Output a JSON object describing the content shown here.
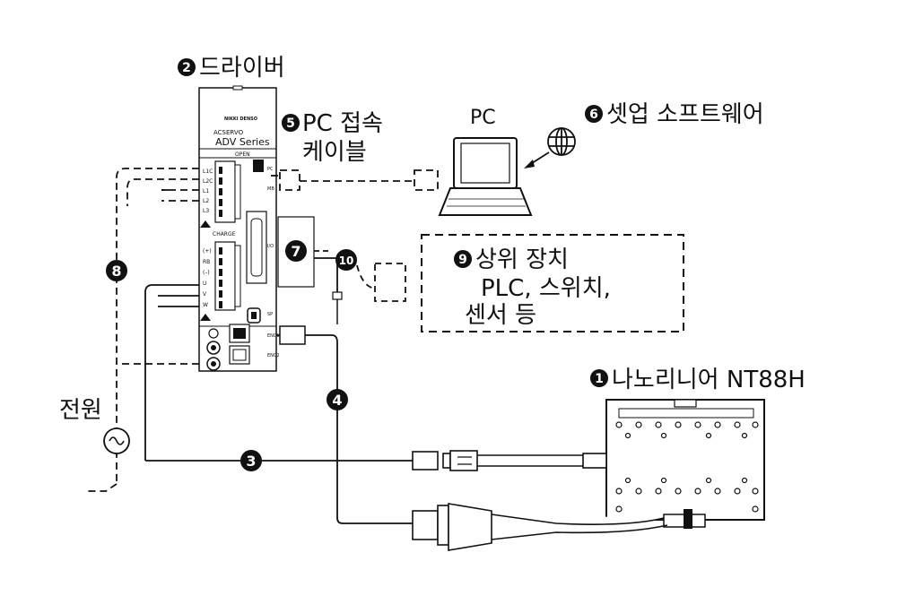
{
  "labels": {
    "driver": "드라이버",
    "pc_cable_1": "PC 접속",
    "pc_cable_2": "케이블",
    "pc": "PC",
    "setup_software": "셋업 소프트웨어",
    "host_1": "상위 장치",
    "host_2": "PLC, 스위치,",
    "host_3": "센서 등",
    "linear": "나노리니어 NT88H",
    "power": "전원"
  },
  "markers": {
    "m1": "1",
    "m2": "2",
    "m3": "3",
    "m4": "4",
    "m5": "5",
    "m6": "6",
    "m7": "7",
    "m8": "8",
    "m9": "9",
    "m10": "10"
  },
  "driver_panel": {
    "brand": "NIKKI DENSO",
    "model_line": "ACSERVO",
    "series": "ADV Series",
    "open": "OPEN",
    "charge": "CHARGE",
    "pc_port": "PC",
    "mb_port": "MB",
    "io_port": "I/O",
    "sp_port": "SP",
    "enc1": "ENC1",
    "enc2": "ENC2",
    "power_terms": [
      "L1C",
      "L2C",
      "L1",
      "L2",
      "L3"
    ],
    "motor_terms": [
      "(+)",
      "RB",
      "(–)",
      "U",
      "V",
      "W"
    ]
  },
  "colors": {
    "line": "#111111",
    "marker_fill": "#111111",
    "marker_text": "#ffffff"
  }
}
